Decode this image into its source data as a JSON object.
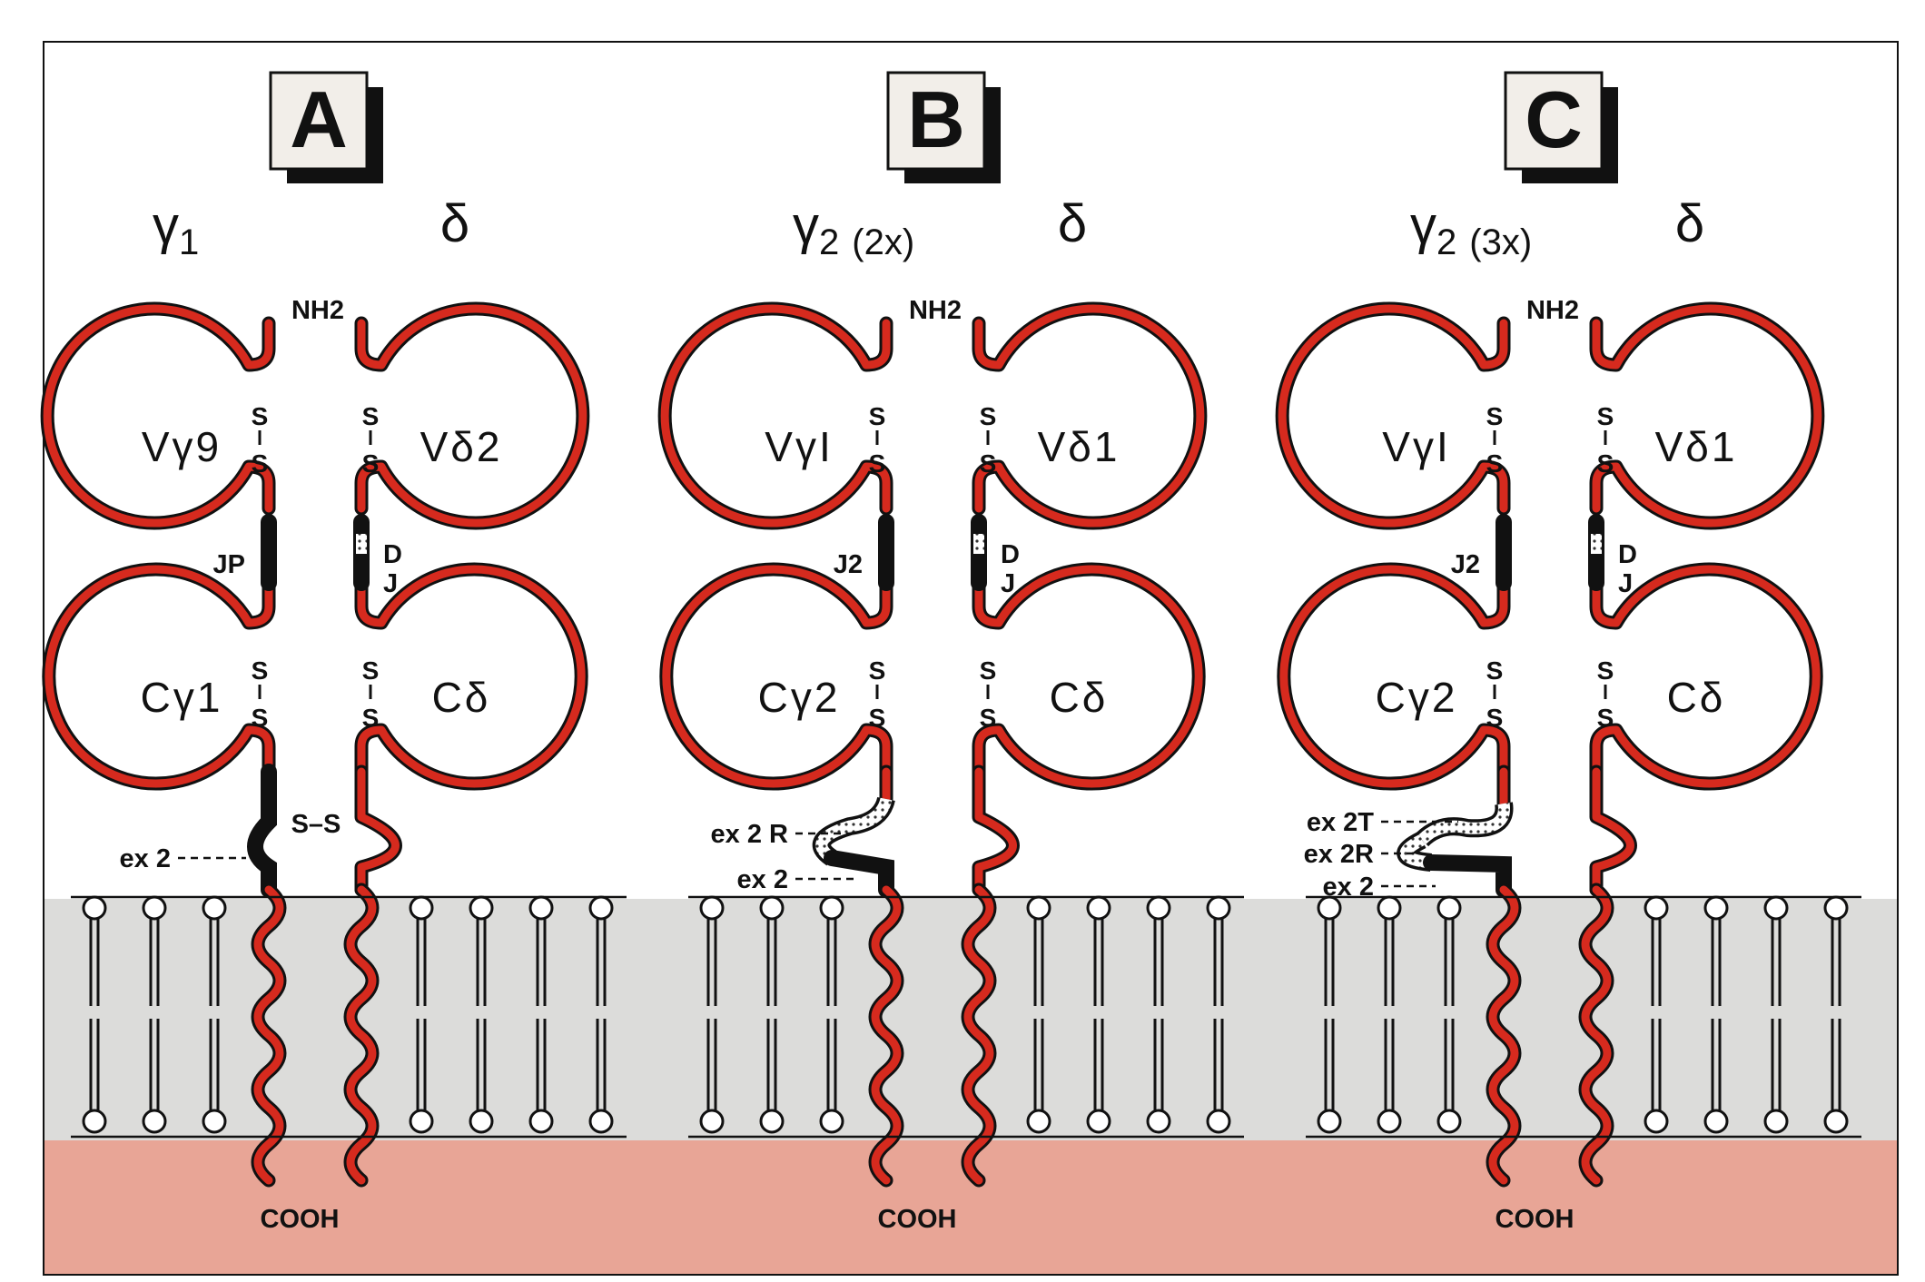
{
  "panels": [
    {
      "letter": "A",
      "gamma_chain": {
        "symbol": "γ",
        "subscript": "1",
        "note": ""
      },
      "delta_chain": "δ",
      "v_gamma": "Vγ9",
      "v_delta": "Vδ2",
      "c_gamma": "Cγ1",
      "c_delta": "Cδ",
      "j_gamma": "JP",
      "d_delta": "D",
      "j_delta": "J",
      "ss": "S",
      "interchain_ss": "S–S",
      "nh2": "NH2",
      "cooh": "COOH",
      "exons": [
        "ex 2"
      ]
    },
    {
      "letter": "B",
      "gamma_chain": {
        "symbol": "γ",
        "subscript": "2",
        "note": "(2x)"
      },
      "delta_chain": "δ",
      "v_gamma": "VγI",
      "v_delta": "Vδ1",
      "c_gamma": "Cγ2",
      "c_delta": "Cδ",
      "j_gamma": "J2",
      "d_delta": "D",
      "j_delta": "J",
      "ss": "S",
      "interchain_ss": "",
      "nh2": "NH2",
      "cooh": "COOH",
      "exons": [
        "ex 2 R",
        "ex 2"
      ]
    },
    {
      "letter": "C",
      "gamma_chain": {
        "symbol": "γ",
        "subscript": "2",
        "note": "(3x)"
      },
      "delta_chain": "δ",
      "v_gamma": "VγI",
      "v_delta": "Vδ1",
      "c_gamma": "Cγ2",
      "c_delta": "Cδ",
      "j_gamma": "J2",
      "d_delta": "D",
      "j_delta": "J",
      "ss": "S",
      "interchain_ss": "",
      "nh2": "NH2",
      "cooh": "COOH",
      "exons": [
        "ex 2T",
        "ex 2R",
        "ex 2"
      ]
    }
  ],
  "colors": {
    "chain_red": "#d62a1e",
    "membrane_grey": "#dcdcda",
    "cytoplasm_pink": "#e8a596",
    "outline": "#111111"
  }
}
